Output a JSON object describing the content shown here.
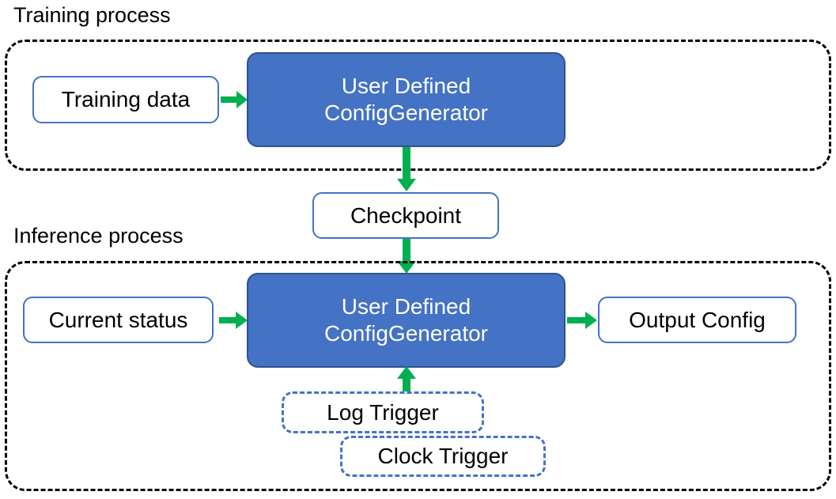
{
  "diagram": {
    "title_training": "Training process",
    "title_inference": "Inference process",
    "accent_blue": "#4472C4",
    "accent_green": "#00B050",
    "border_dash_color": "#000000"
  },
  "training": {
    "label": "Training process",
    "input_node": "Training data",
    "generator": {
      "line1": "User Defined",
      "line2": "ConfigGenerator"
    }
  },
  "bridge": {
    "checkpoint": "Checkpoint"
  },
  "inference": {
    "label": "Inference process",
    "input_node": "Current status",
    "generator": {
      "line1": "User Defined",
      "line2": "ConfigGenerator"
    },
    "output_node": "Output Config",
    "triggers": [
      {
        "label": "Log Trigger"
      },
      {
        "label": "Clock Trigger"
      }
    ]
  },
  "arrows": {
    "training_data_to_generator": "arrow-right",
    "training_generator_to_checkpoint": "arrow-down",
    "checkpoint_to_inference_generator": "arrow-down",
    "current_status_to_generator": "arrow-right",
    "generator_to_output": "arrow-right",
    "triggers_to_generator": "arrow-up"
  }
}
